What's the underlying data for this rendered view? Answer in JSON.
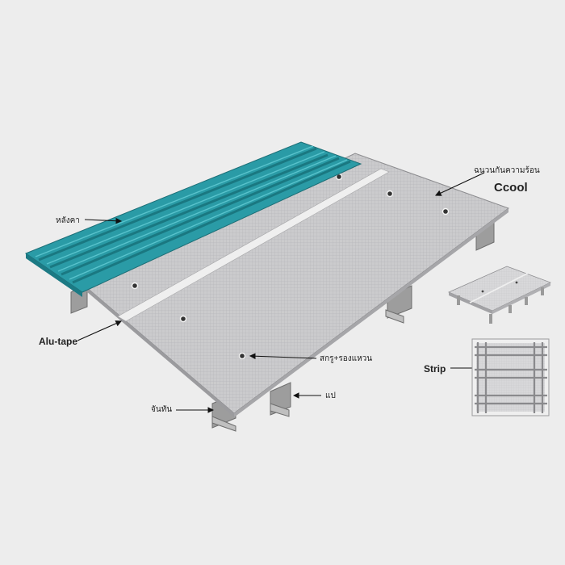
{
  "labels": {
    "roof_sheet": "หลังคา",
    "insulation": "ฉนวนกันความร้อน",
    "brand": "Ccool",
    "alu_tape": "Alu-tape",
    "screw_washer": "สกรู+รองแหวน",
    "purlin": "แป",
    "bracket": "จันทัน",
    "strip": "Strip"
  },
  "colors": {
    "background": "#ededed",
    "roof_sheet": "#2a9ba6",
    "insulation": "#c9c9cb",
    "tape": "#eeeeee",
    "purlin": "#a9a9a9"
  }
}
